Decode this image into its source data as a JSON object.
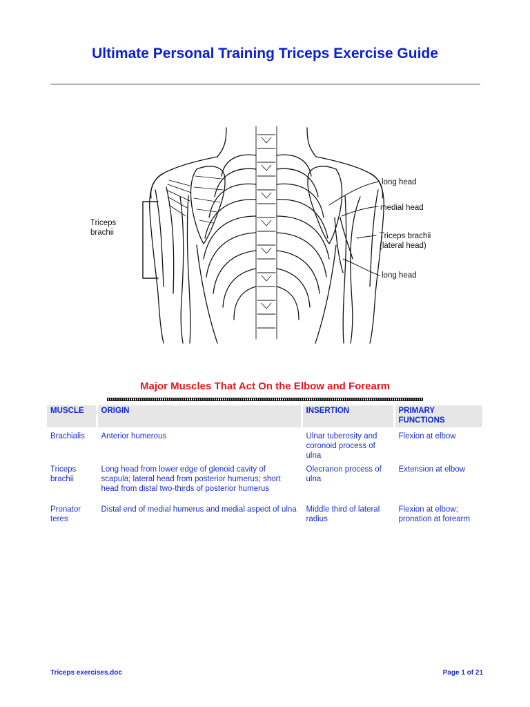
{
  "document": {
    "title": "Ultimate Personal Training Triceps Exercise Guide"
  },
  "figure": {
    "labels": {
      "left": [
        "Triceps",
        "brachii"
      ],
      "long_head_top": "long head",
      "medial_head": "medial head",
      "lateral_head": [
        "Triceps brachii",
        "(lateral head)"
      ],
      "long_head_bottom": "long head"
    }
  },
  "section": {
    "heading": "Major Muscles That Act On the Elbow and Forearm"
  },
  "table": {
    "headers": {
      "muscle": "MUSCLE",
      "origin": "ORIGIN",
      "insertion": "INSERTION",
      "functions": "PRIMARY FUNCTIONS"
    },
    "rows": [
      {
        "muscle": "Brachialis",
        "origin": "Anterior humerous",
        "insertion": "Ulnar tuberosity and coronoid process of ulna",
        "functions": "Flexion at elbow"
      },
      {
        "muscle": "Triceps brachii",
        "origin": "Long head from lower edge of glenoid cavity of scapula; lateral head from posterior humerus; short head from distal two-thirds of posterior humerus",
        "insertion": "Olecranon process of ulna",
        "functions": "Extension at elbow"
      },
      {
        "muscle": "Pronator teres",
        "origin": "Distal end of medial humerus and medial aspect of ulna",
        "insertion": "Middle third of lateral radius",
        "functions": "Flexion at elbow; pronation at forearm"
      }
    ]
  },
  "footer": {
    "filename": "Triceps exercises.doc",
    "page": "Page 1 of 21"
  },
  "colors": {
    "title": "#0b1fd4",
    "heading": "#e0191b",
    "table_text": "#1a2fc8",
    "header_bg": "#e6e6e6"
  }
}
